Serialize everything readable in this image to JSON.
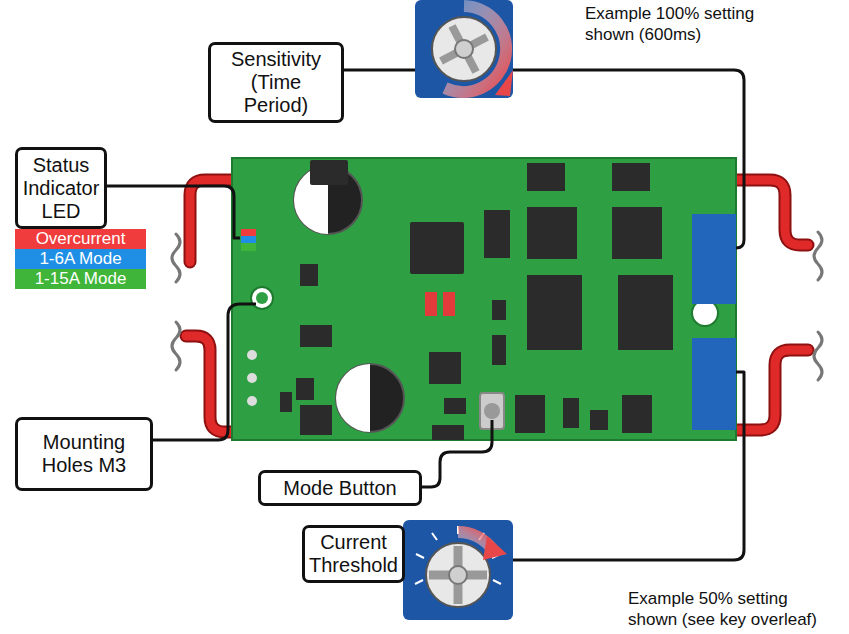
{
  "diagram": {
    "nodes": [
      {
        "text": [
          "Sensitivity (Time Period)"
        ]
      },
      {
        "text": [
          "Status Indicator LED"
        ]
      },
      {
        "text": [
          "Mounting Holes M3"
        ]
      },
      {
        "text": [
          "Mode Button"
        ]
      },
      {
        "text": [
          "Current Threshold"
        ]
      }
    ],
    "labels": [
      "Example 100% setting shown (600ms)",
      "Example 50% setting shown (see key overleaf)"
    ],
    "legend": [
      {
        "text": "Overcurrent",
        "color": "#f03c3c"
      },
      {
        "text": "1-6A Mode",
        "color": "#1f8fe6"
      },
      {
        "text": "1-15A Mode",
        "color": "#3fb53a"
      }
    ]
  }
}
